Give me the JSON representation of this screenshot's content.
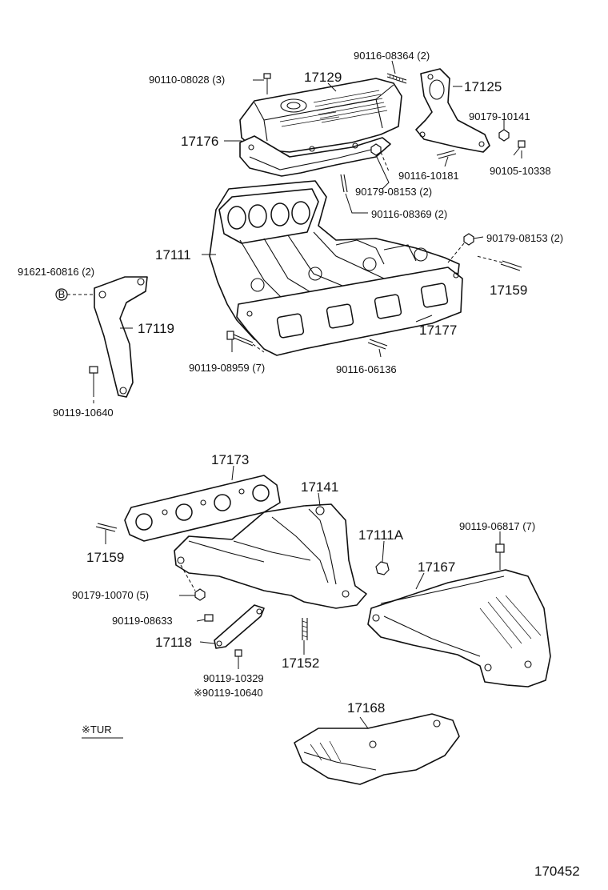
{
  "labels": {
    "l_90116_08364": "90116-08364 (2)",
    "l_90110_08028": "90110-08028 (3)",
    "l_17129": "17129",
    "l_17125": "17125",
    "l_90179_10141": "90179-10141",
    "l_17176": "17176",
    "l_90116_10181": "90116-10181",
    "l_90105_10338": "90105-10338",
    "l_90179_08153_a": "90179-08153 (2)",
    "l_90116_08369": "90116-08369 (2)",
    "l_90179_08153_b": "90179-08153 (2)",
    "l_17111": "17111",
    "l_91621_60816": "91621-60816 (2)",
    "l_17159_a": "17159",
    "l_17119": "17119",
    "l_17177": "17177",
    "l_90119_08959": "90119-08959 (7)",
    "l_90116_06136": "90116-06136",
    "l_90119_10640_a": "90119-10640",
    "l_17173": "17173",
    "l_17141": "17141",
    "l_17111A": "17111A",
    "l_90119_06817": "90119-06817 (7)",
    "l_17159_b": "17159",
    "l_17167": "17167",
    "l_90179_10070": "90179-10070 (5)",
    "l_90119_08633": "90119-08633",
    "l_17118": "17118",
    "l_17152": "17152",
    "l_90119_10329": "90119-10329",
    "l_90119_10640_b": "※90119-10640",
    "l_17168": "17168",
    "l_tur": "※TUR",
    "l_b_marker": "B",
    "l_diagram_id": "170452"
  }
}
